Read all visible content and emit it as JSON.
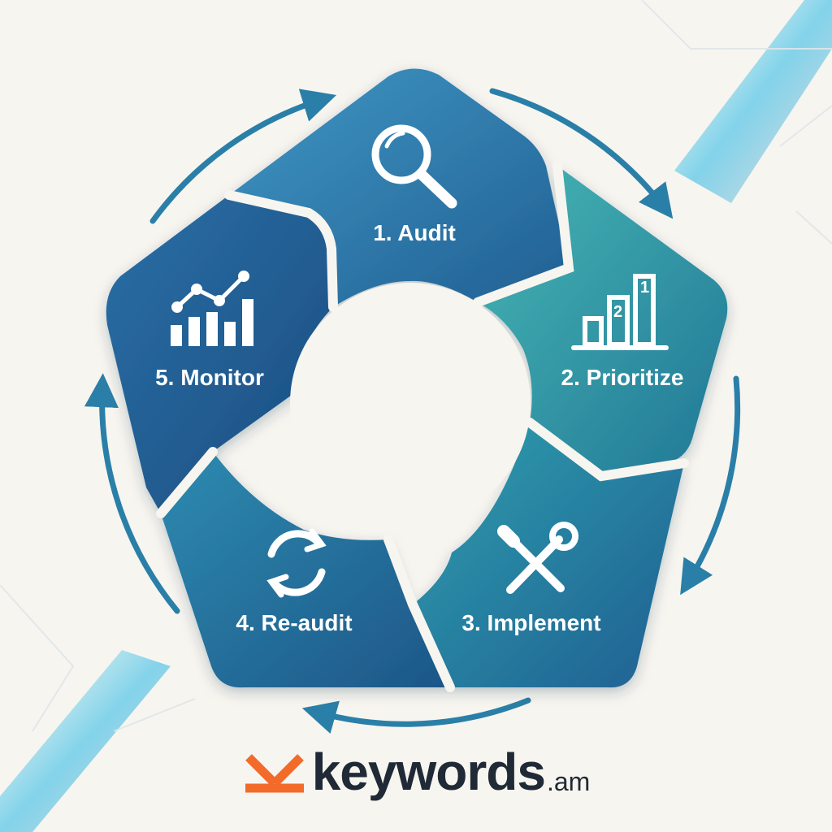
{
  "steps": [
    {
      "label": "1. Audit",
      "icon": "magnifier-icon"
    },
    {
      "label": "2. Prioritize",
      "icon": "ranking-podium-icon"
    },
    {
      "label": "3. Implement",
      "icon": "wrench-screwdriver-icon"
    },
    {
      "label": "4. Re-audit",
      "icon": "refresh-cycle-icon"
    },
    {
      "label": "5. Monitor",
      "icon": "growth-chart-icon"
    }
  ],
  "rank_numbers": [
    "1",
    "2"
  ],
  "brand": {
    "name": "keywords",
    "tld": ".am",
    "logo": "orange-sprout-logo"
  },
  "colors": {
    "background": "#f7f5ef",
    "segment_dark": "#1f5f8f",
    "segment_mid": "#2a78a6",
    "segment_teal": "#2f9aa8",
    "arrow": "#2a7fa8",
    "brand_orange": "#f26b2a",
    "brand_text": "#1f2a36"
  }
}
